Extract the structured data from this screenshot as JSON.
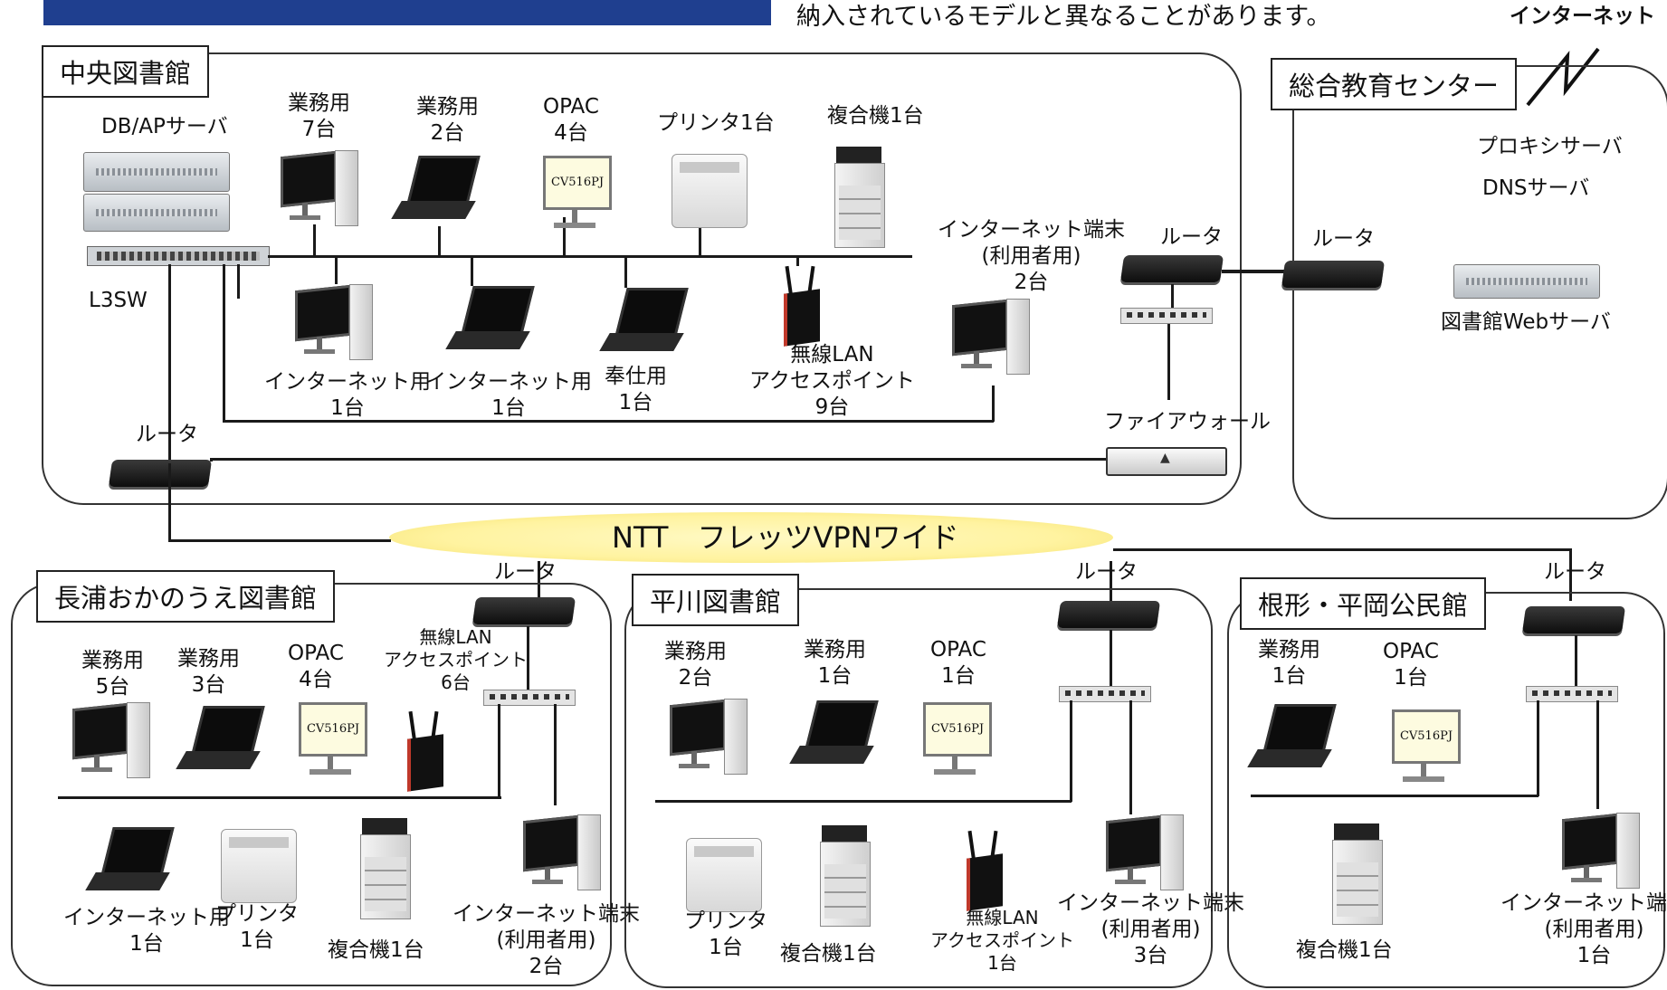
{
  "notice": "納入されているモデルと異なることがあります。",
  "internet_label": "インターネット",
  "vpn_label": "NTT　フレッツVPNワイド",
  "central": {
    "title": "中央図書館",
    "db_server": "DB/APサーバ",
    "l3sw": "L3SW",
    "gyomu1": [
      "業務用",
      "7台"
    ],
    "gyomu2": [
      "業務用",
      "2台"
    ],
    "opac": [
      "OPAC",
      "4台"
    ],
    "printer": "プリンタ1台",
    "mfp": "複合機1台",
    "inet_term": [
      "インターネット端末",
      "(利用者用)",
      "2台"
    ],
    "inet1": [
      "インターネット用",
      "1台"
    ],
    "inet2": [
      "インターネット用",
      "1台"
    ],
    "hoshi": [
      "奉仕用",
      "1台"
    ],
    "wlan": [
      "無線LAN",
      "アクセスポイント",
      "9台"
    ],
    "router_top": "ルータ",
    "router_left": "ルータ",
    "firewall": "ファイアウォール"
  },
  "center": {
    "title": "総合教育センター",
    "proxy": "プロキシサーバ",
    "dns": "DNSサーバ",
    "router": "ルータ",
    "web": "図書館Webサーバ"
  },
  "nagaura": {
    "title": "長浦おかのうえ図書館",
    "router": "ルータ",
    "gyomu1": [
      "業務用",
      "5台"
    ],
    "gyomu2": [
      "業務用",
      "3台"
    ],
    "opac": [
      "OPAC",
      "4台"
    ],
    "wlan": [
      "無線LAN",
      "アクセスポイント",
      "6台"
    ],
    "inet": [
      "インターネット用",
      "1台"
    ],
    "printer": [
      "プリンタ",
      "1台"
    ],
    "mfp": "複合機1台",
    "inet_term": [
      "インターネット端末",
      "(利用者用)",
      "2台"
    ]
  },
  "hirakawa": {
    "title": "平川図書館",
    "router": "ルータ",
    "gyomu1": [
      "業務用",
      "2台"
    ],
    "gyomu2": [
      "業務用",
      "1台"
    ],
    "opac": [
      "OPAC",
      "1台"
    ],
    "printer": [
      "プリンタ",
      "1台"
    ],
    "mfp": "複合機1台",
    "wlan": [
      "無線LAN",
      "アクセスポイント",
      "1台"
    ],
    "inet_term": [
      "インターネット端末",
      "(利用者用)",
      "3台"
    ]
  },
  "nekata": {
    "title": "根形・平岡公民館",
    "router": "ルータ",
    "gyomu": [
      "業務用",
      "1台"
    ],
    "opac": [
      "OPAC",
      "1台"
    ],
    "mfp": "複合機1台",
    "inet_term": [
      "インターネット端末",
      "(利用者用)",
      "1台"
    ]
  },
  "opac_screen": "CV516PJ"
}
